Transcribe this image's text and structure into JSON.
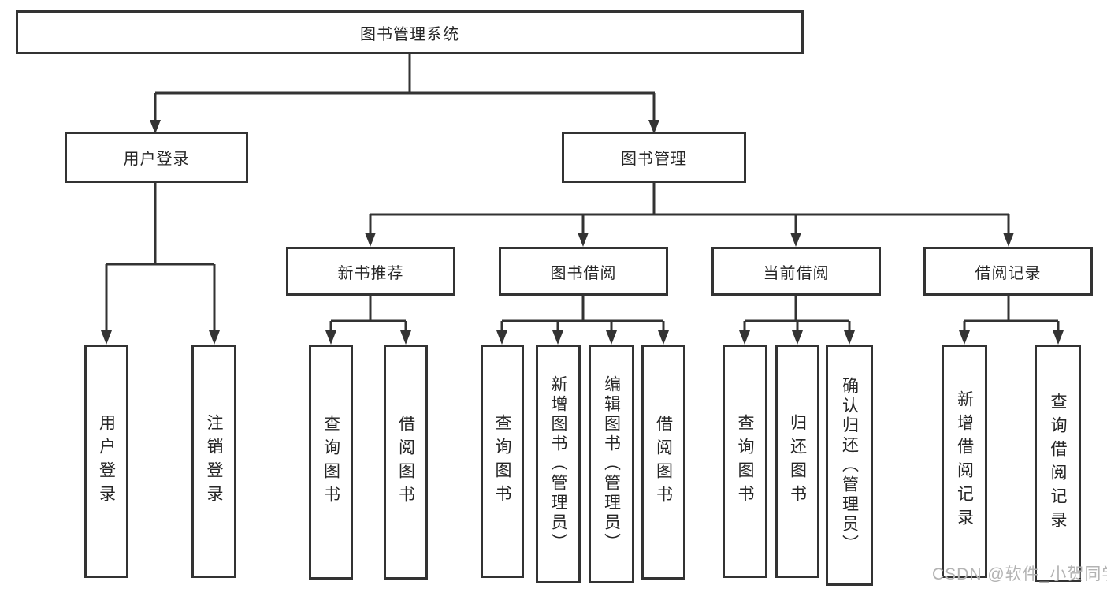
{
  "diagram": {
    "root": "图书管理系统",
    "level2": {
      "user_login": "用户登录",
      "book_management": "图书管理"
    },
    "level3": {
      "new_book": "新书推荐",
      "book_borrow": "图书借阅",
      "current_borrow": "当前借阅",
      "borrow_record": "借阅记录"
    },
    "leaves": {
      "user_login": [
        "用户登录",
        "注销登录"
      ],
      "new_book": [
        "查询图书",
        "借阅图书"
      ],
      "book_borrow": [
        "查询图书",
        "新增图书（管理员）",
        "编辑图书（管理员）",
        "借阅图书"
      ],
      "current_borrow": [
        "查询图书",
        "归还图书",
        "确认归还（管理员）"
      ],
      "borrow_record": [
        "新增借阅记录",
        "查询借阅记录"
      ]
    }
  },
  "watermark": "CSDN @软件_小贺同学",
  "colors": {
    "line": "#333333",
    "text": "#262626",
    "watermark": "#b3b3b3"
  }
}
